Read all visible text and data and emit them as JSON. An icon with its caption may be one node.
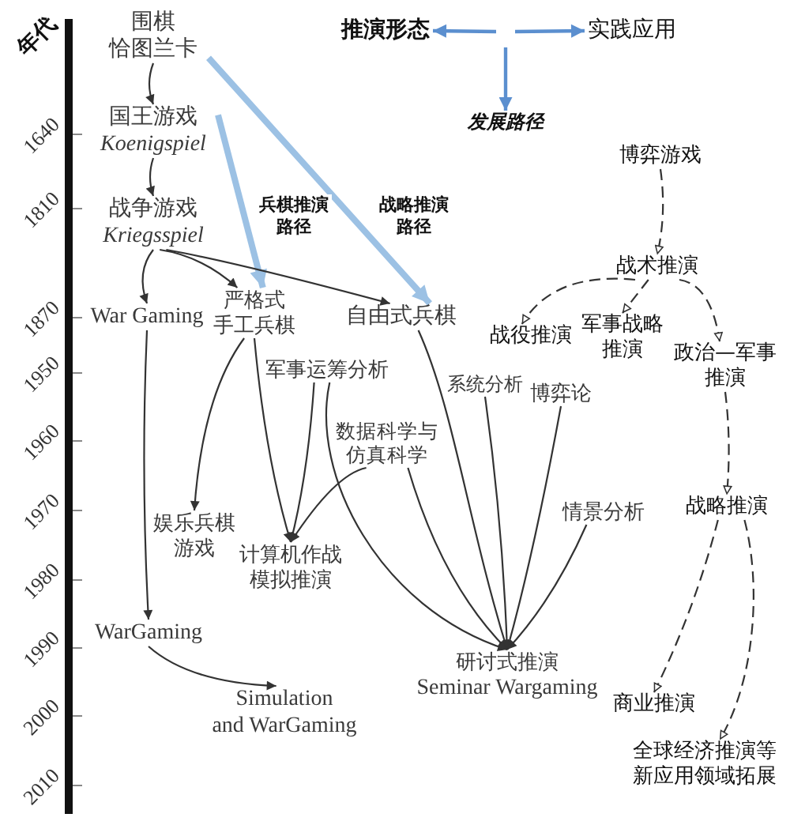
{
  "diagram": {
    "nodes": [
      {
        "text": [
          "围棋",
          "恰图兰卡"
        ]
      },
      {
        "text": [
          "推演形态"
        ]
      },
      {
        "text": [
          "实践应用"
        ]
      },
      {
        "text": [
          "发展路径"
        ]
      },
      {
        "text": [
          "国王游戏",
          "Koenigspiel"
        ]
      },
      {
        "text": [
          "博弈游戏"
        ]
      },
      {
        "text": [
          "战争游戏",
          "Kriegsspiel"
        ]
      },
      {
        "text": [
          "战术推演"
        ]
      },
      {
        "text": [
          "War Gaming"
        ]
      },
      {
        "text": [
          "严格式手工兵棋"
        ]
      },
      {
        "text": [
          "自由式兵棋"
        ]
      },
      {
        "text": [
          "战役推演"
        ]
      },
      {
        "text": [
          "军事战略推演"
        ]
      },
      {
        "text": [
          "政治—军事推演"
        ]
      },
      {
        "text": [
          "军事运筹分析"
        ]
      },
      {
        "text": [
          "系统分析"
        ]
      },
      {
        "text": [
          "博弈论"
        ]
      },
      {
        "text": [
          "数据科学与仿真科学"
        ]
      },
      {
        "text": [
          "情景分析"
        ]
      },
      {
        "text": [
          "战略推演"
        ]
      },
      {
        "text": [
          "娱乐兵棋游戏"
        ]
      },
      {
        "text": [
          "计算机作战模拟推演"
        ]
      },
      {
        "text": [
          "WarGaming"
        ]
      },
      {
        "text": [
          "研讨式推演",
          "Seminar Wargaming"
        ]
      },
      {
        "text": [
          "Simulation and WarGaming"
        ]
      },
      {
        "text": [
          "商业推演"
        ]
      },
      {
        "text": [
          "全球经济推演等新应用领域拓展"
        ]
      }
    ],
    "edges": [
      {
        "from": null,
        "to": 1,
        "arrow": "to",
        "color": "#5b8fcf"
      },
      {
        "from": null,
        "to": 2,
        "arrow": "to",
        "color": "#5b8fcf"
      },
      {
        "from": null,
        "to": 3,
        "arrow": "to",
        "color": "#5b8fcf"
      },
      {
        "from": 0,
        "to": 4,
        "arrow": "to"
      },
      {
        "from": 4,
        "to": 6,
        "arrow": "to"
      },
      {
        "from": 4,
        "to": 9,
        "arrow": "to",
        "label": "兵棋推演路径",
        "style": "thick",
        "color": "#9cc1e4"
      },
      {
        "from": 0,
        "to": 10,
        "arrow": "to",
        "label": "战略推演路径",
        "style": "thick",
        "color": "#9cc1e4"
      },
      {
        "from": 6,
        "to": 8,
        "arrow": "to"
      },
      {
        "from": 6,
        "to": 9,
        "arrow": "to"
      },
      {
        "from": 6,
        "to": 10,
        "arrow": "to"
      },
      {
        "from": 8,
        "to": 22,
        "arrow": "to"
      },
      {
        "from": 22,
        "to": 24,
        "arrow": "to"
      },
      {
        "from": 9,
        "to": 20,
        "arrow": "to"
      },
      {
        "from": 9,
        "to": 21,
        "arrow": "to"
      },
      {
        "from": 14,
        "to": 21,
        "arrow": "to"
      },
      {
        "from": 17,
        "to": 21,
        "arrow": "to"
      },
      {
        "from": 10,
        "to": 23,
        "arrow": "to"
      },
      {
        "from": 14,
        "to": 23,
        "arrow": "to"
      },
      {
        "from": 17,
        "to": 23,
        "arrow": "to"
      },
      {
        "from": 15,
        "to": 23,
        "arrow": "to"
      },
      {
        "from": 16,
        "to": 23,
        "arrow": "to"
      },
      {
        "from": 18,
        "to": 23,
        "arrow": "to"
      },
      {
        "from": 5,
        "to": 7,
        "arrow": "to",
        "style": "dashed"
      },
      {
        "from": 7,
        "to": 11,
        "arrow": "to",
        "style": "dashed"
      },
      {
        "from": 7,
        "to": 12,
        "arrow": "to",
        "style": "dashed"
      },
      {
        "from": 7,
        "to": 13,
        "arrow": "to",
        "style": "dashed"
      },
      {
        "from": 13,
        "to": 19,
        "arrow": "to",
        "style": "dashed"
      },
      {
        "from": 19,
        "to": 25,
        "arrow": "to",
        "style": "dashed"
      },
      {
        "from": 19,
        "to": 26,
        "arrow": "to",
        "style": "dashed"
      }
    ],
    "labels": [
      "年代",
      "1640",
      "1810",
      "1870",
      "1950",
      "1960",
      "1970",
      "1980",
      "1990",
      "2000",
      "2010"
    ]
  }
}
